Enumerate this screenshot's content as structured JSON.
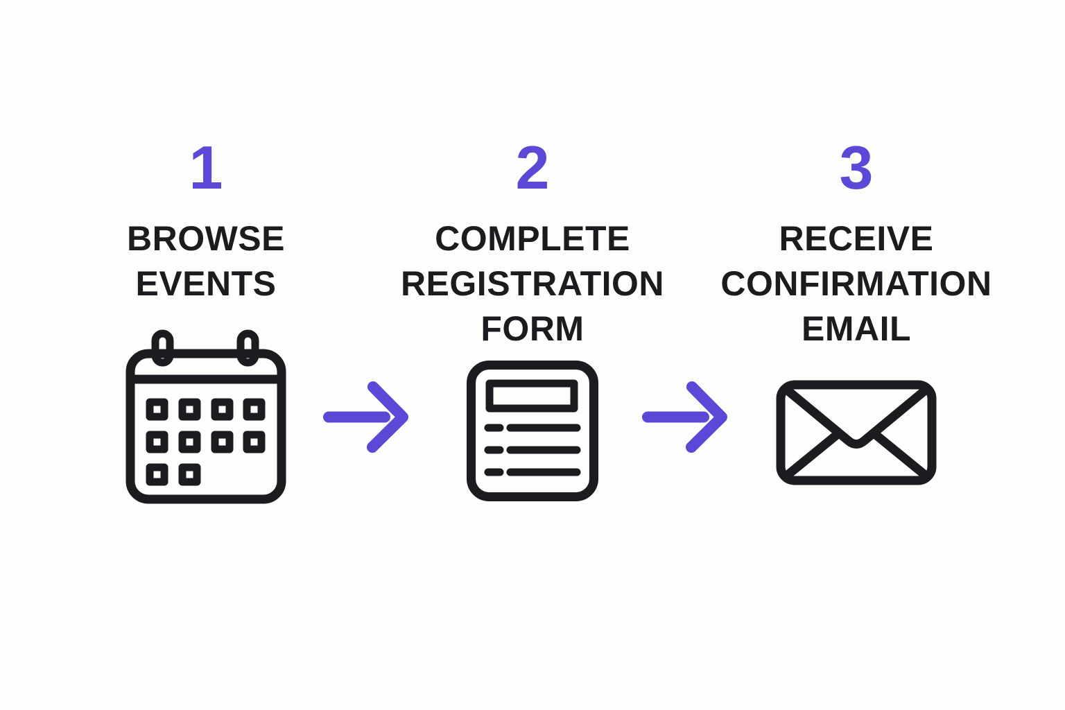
{
  "theme": {
    "bg": "#fdfdfb",
    "ink": "#1a1c20",
    "accent": "#5a49d6"
  },
  "diagram": {
    "type": "process-flow",
    "step_count": 3
  },
  "steps": [
    {
      "number": "1",
      "label_lines": [
        "BROWSE",
        "EVENTS"
      ],
      "label": "BROWSE EVENTS",
      "icon": "calendar-icon"
    },
    {
      "number": "2",
      "label_lines": [
        "COMPLETE",
        "REGISTRATION",
        "FORM"
      ],
      "label": "COMPLETE REGISTRATION FORM",
      "icon": "form-icon"
    },
    {
      "number": "3",
      "label_lines": [
        "RECEIVE",
        "CONFIRMATION",
        "EMAIL"
      ],
      "label": "RECEIVE CONFIRMATION EMAIL",
      "icon": "email-icon"
    }
  ],
  "arrows": [
    {
      "icon": "arrow-right-icon",
      "between": "step-1 and step-2"
    },
    {
      "icon": "arrow-right-icon",
      "between": "step-2 and step-3"
    }
  ]
}
